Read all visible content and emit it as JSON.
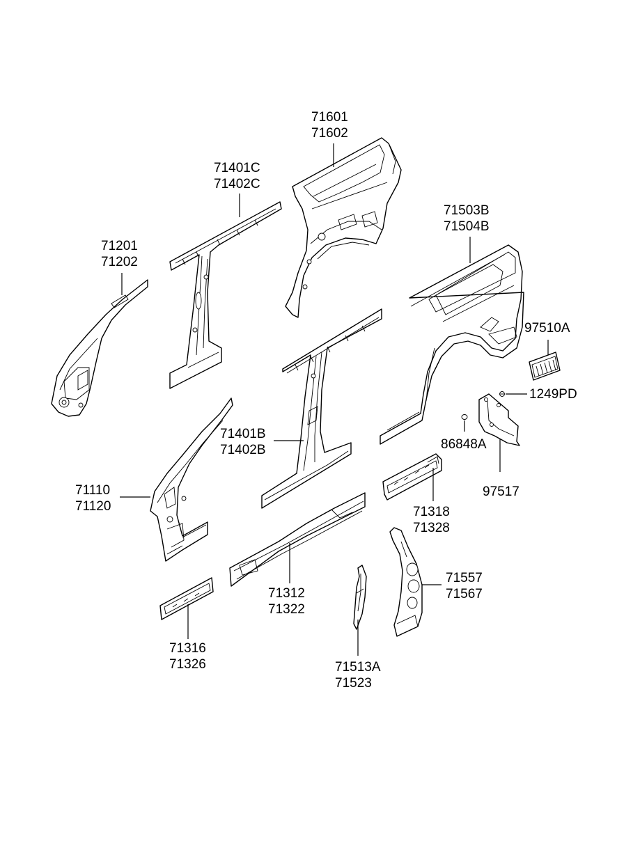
{
  "colors": {
    "ink": "#000000",
    "background": "#ffffff"
  },
  "callouts": [
    {
      "id": "c1",
      "lines": [
        "71601",
        "71602"
      ]
    },
    {
      "id": "c2",
      "lines": [
        "71401C",
        "71402C"
      ]
    },
    {
      "id": "c3",
      "lines": [
        "71201",
        "71202"
      ]
    },
    {
      "id": "c4",
      "lines": [
        "71503B",
        "71504B"
      ]
    },
    {
      "id": "c5",
      "lines": [
        "97510A"
      ]
    },
    {
      "id": "c6",
      "lines": [
        "1249PD"
      ]
    },
    {
      "id": "c7",
      "lines": [
        "86848A"
      ]
    },
    {
      "id": "c8",
      "lines": [
        "97517"
      ]
    },
    {
      "id": "c9",
      "lines": [
        "71401B",
        "71402B"
      ]
    },
    {
      "id": "c10",
      "lines": [
        "71110",
        "71120"
      ]
    },
    {
      "id": "c11",
      "lines": [
        "71318",
        "71328"
      ]
    },
    {
      "id": "c12",
      "lines": [
        "71312",
        "71322"
      ]
    },
    {
      "id": "c13",
      "lines": [
        "71557",
        "71567"
      ]
    },
    {
      "id": "c14",
      "lines": [
        "71316",
        "71326"
      ]
    },
    {
      "id": "c15",
      "lines": [
        "71513A",
        "71523"
      ]
    }
  ]
}
